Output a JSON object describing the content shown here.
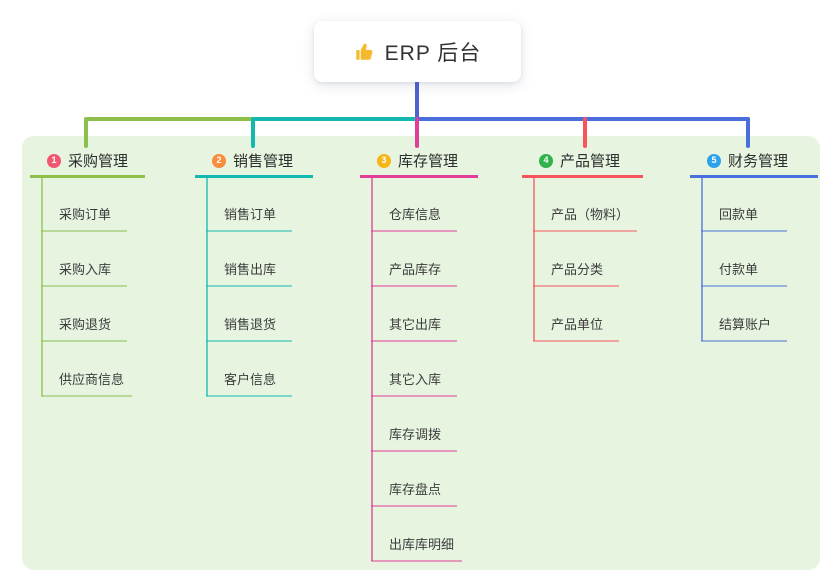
{
  "root_node": {
    "icon": "thumbs-up",
    "label": "ERP 后台"
  },
  "colors": {
    "page_bg": "#ffffff",
    "panel_bg": "#e6f4e0",
    "card_bg": "#ffffff",
    "root_line": "#4e63d3",
    "title_text": "#333333",
    "thumb_icon": "#f5b82e"
  },
  "branches": [
    {
      "number": "1",
      "label": "采购管理",
      "badge_color": "#f0586f",
      "line_color": "#8cc04b",
      "children": [
        "采购订单",
        "采购入库",
        "采购退货",
        "供应商信息"
      ]
    },
    {
      "number": "2",
      "label": "销售管理",
      "badge_color": "#fa8c3c",
      "line_color": "#13b8b0",
      "children": [
        "销售订单",
        "销售出库",
        "销售退货",
        "客户信息"
      ]
    },
    {
      "number": "3",
      "label": "库存管理",
      "badge_color": "#f8b616",
      "line_color": "#e23d97",
      "children": [
        "仓库信息",
        "产品库存",
        "其它出库",
        "其它入库",
        "库存调拨",
        "库存盘点",
        "出库库明细"
      ]
    },
    {
      "number": "4",
      "label": "产品管理",
      "badge_color": "#2fb34a",
      "line_color": "#f8545c",
      "children": [
        "产品（物料）",
        "产品分类",
        "产品单位"
      ]
    },
    {
      "number": "5",
      "label": "财务管理",
      "badge_color": "#2ba3ea",
      "line_color": "#4a6fdc",
      "children": [
        "回款单",
        "付款单",
        "结算账户"
      ]
    }
  ]
}
